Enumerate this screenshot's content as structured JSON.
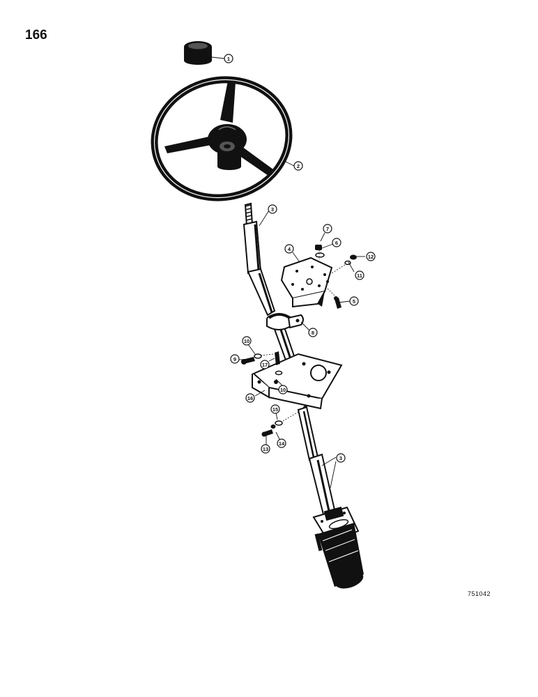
{
  "page": {
    "number": "166",
    "figure_code": "751042"
  },
  "parts": {
    "p1": "1",
    "p2": "2",
    "p3_upper": "3",
    "p3_lower": "3",
    "p4": "4",
    "p5": "5",
    "p6": "6",
    "p7": "7",
    "p8": "8",
    "p9": "9",
    "p10_upper": "10",
    "p10_lower": "10",
    "p11": "11",
    "p12": "12",
    "p13": "13",
    "p14": "14",
    "p15": "15",
    "p16": "16",
    "p17": "17"
  }
}
